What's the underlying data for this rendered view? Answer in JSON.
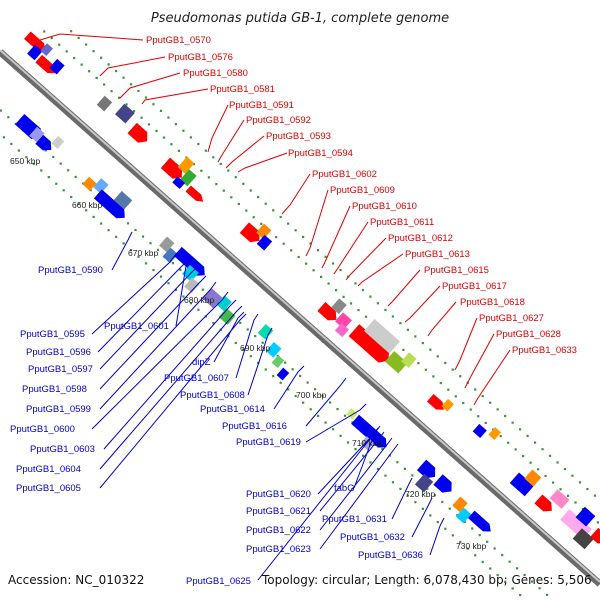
{
  "title": "Pseudomonas putida GB-1, complete genome",
  "footer": {
    "accession": "Accession: NC_010322",
    "summary": "Topology: circular; Length: 6,078,430 bp; Genes: 5,506"
  },
  "scale_ticks": [
    "650 kbp",
    "660 kbp",
    "670 kbp",
    "680 kbp",
    "690 kbp",
    "700 kbp",
    "710 kbp",
    "720 kbp",
    "730 kbp"
  ],
  "labels_top": [
    "PputGB1_0570",
    "PputGB1_0576",
    "PputGB1_0580",
    "PputGB1_0581",
    "PputGB1_0591",
    "PputGB1_0592",
    "PputGB1_0593",
    "PputGB1_0594",
    "PputGB1_0602",
    "PputGB1_0609",
    "PputGB1_0610",
    "PputGB1_0611",
    "PputGB1_0612",
    "PputGB1_0613",
    "PputGB1_0615",
    "PputGB1_0617",
    "PputGB1_0618",
    "PputGB1_0627",
    "PputGB1_0628",
    "PputGB1_0633"
  ],
  "labels_bottom": [
    "PputGB1_0590",
    "PputGB1_0595",
    "PputGB1_0601",
    "PputGB1_0596",
    "PputGB1_0597",
    "PputGB1_0598",
    "PputGB1_0599",
    "PputGB1_0600",
    "PputGB1_0603",
    "PputGB1_0604",
    "PputGB1_0605",
    "dipZ",
    "PputGB1_0607",
    "PputGB1_0608",
    "PputGB1_0614",
    "PputGB1_0616",
    "PputGB1_0619",
    "PputGB1_0620",
    "fabG",
    "PputGB1_0621",
    "PputGB1_0622",
    "PputGB1_0631",
    "PputGB1_0632",
    "PputGB1_0623",
    "PputGB1_0636",
    "PputGB1_0625"
  ],
  "colors": {
    "backbone": "#8c8c8c",
    "forward_red": "#ff0000",
    "reverse_blue": "#0000ee",
    "top_label": "#e00000",
    "bottom_label": "#0000cc",
    "tick_dots": "#2e9b2e"
  }
}
